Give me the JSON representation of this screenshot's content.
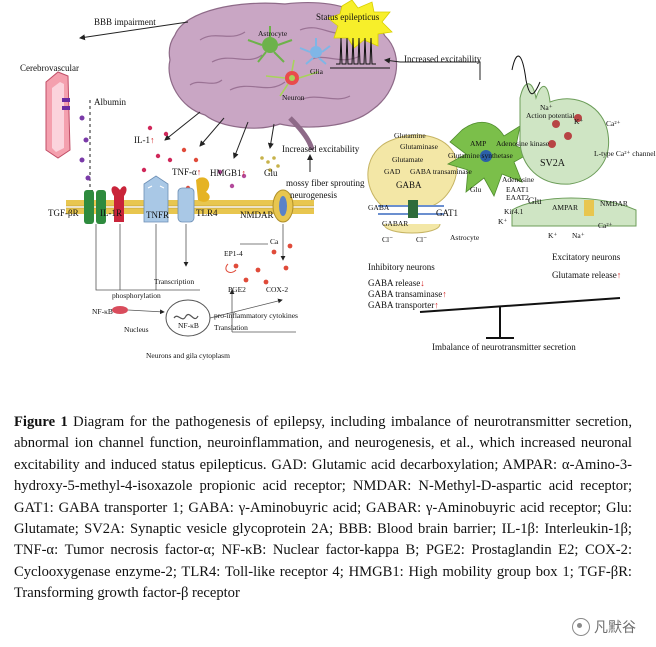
{
  "labels": {
    "bbb_impairment": "BBB impairment",
    "status_epilepticus": "Status epilepticus",
    "astrocyte_top": "Astrocyte",
    "glia_top": "Glia",
    "neuron_top": "Neuron",
    "increased_excitability_top": "Increased excitability",
    "cerebrovascular": "Cerebrovascular",
    "albumin": "Albumin",
    "il1": "IL-1",
    "tnf": "TNF-α",
    "hmgb1": "HMGB1",
    "glu_top": "Glu",
    "increased_excitability_mid": "Increased excitability",
    "mossy": "mossy fiber sprouting",
    "neurogenesis": "neurogenesis",
    "tgfbr": "TGF-βR",
    "il1r": "IL-1R",
    "tnfr": "TNFR",
    "tlr4": "TLR4",
    "nmdar_left": "NMDAR",
    "ep14": "EP1-4",
    "ca_left": "Ca",
    "pge2": "PGE2",
    "cox2": "COX-2",
    "transcription": "Transcription",
    "phosphorylation": "phosphorylation",
    "nfkb_left": "NF-κB",
    "nfkb_nucleus": "NF-κB",
    "nucleus": "Nucleus",
    "proinflam": "pro-inflammatory cytokines",
    "translation": "Translation",
    "neurons_glia": "Neurons and gila cytoplasm",
    "glutamine": "Glutamine",
    "glutaminase": "Glutaminase",
    "glutamate": "Glutamate",
    "gad": "GAD",
    "gaba_transaminase": "GABA transaminase",
    "gaba_mid": "GABA",
    "gaba_release_lbl": "GABA",
    "gabar": "GABAR",
    "gat1": "GAT1",
    "cl1": "Cl⁻",
    "cl2": "Cl⁻",
    "astrocyte_mid": "Astrocyte",
    "amp": "AMP",
    "adenosine_kinase": "Adenosine kinase",
    "glutamine_synthetase": "Glutamine synthetase",
    "adenosine": "Adenosine",
    "eaat1": "EAAT1",
    "eaat2": "EAAT2",
    "glu_mid": "Glu",
    "glu_right": "Glu",
    "kir41": "Kir4.1",
    "k_astro": "K⁺",
    "na_top": "Na⁺",
    "action_potential": "Action potential",
    "k_top": "K⁺",
    "ca_top": "Ca²⁺",
    "ltype": "L-type Ca²⁺ channel",
    "sv2a": "SV2A",
    "ampar": "AMPAR",
    "nmdar_right": "NMDAR",
    "k_bot": "K⁺",
    "na_bot": "Na⁺",
    "ca_bot": "Ca²⁺",
    "inhibitory": "Inhibitory neurons",
    "inh1": "GABA release",
    "inh2": "GABA transaminase",
    "inh3": "GABA transporter",
    "excitatory": "Excitatory neurons",
    "glu_release": "Glutamate release",
    "imbalance": "Imbalance of neurotransmitter secretion"
  },
  "arrows": {
    "up": "↑",
    "down": "↓"
  },
  "caption": {
    "label": "Figure 1",
    "text": " Diagram for the pathogenesis of epilepsy, including imbalance of neurotransmitter secretion, abnormal ion channel function, neuroinflammation, and neurogenesis, et al., which increased neuronal excitability and induced status epilepticus. GAD: Glutamic acid decarboxylation; AMPAR: α-Amino-3-hydroxy-5-methyl-4-isoxazole propionic acid receptor; NMDAR: N-Methyl-D-aspartic acid receptor; GAT1: GABA transporter 1; GABA: γ-Aminobuyric acid; GABAR: γ-Aminobuyric acid receptor; Glu: Glutamate; SV2A: Synaptic vesicle glycoprotein 2A; BBB: Blood brain barrier; IL-1β: Interleukin-1β; TNF-α: Tumor necrosis factor-α; NF-κB: Nuclear factor-kappa B; PGE2: Prostaglandin E2; COX-2: Cyclooxygenase enzyme-2; TLR4: Toll-like receptor 4; HMGB1: High mobility group box 1; TGF-βR: Transforming growth factor-β receptor"
  },
  "watermark": "凡默谷",
  "colors": {
    "brain": "#c9a6c4",
    "membrane": "#e8c64f",
    "receptor_green": "#2e8b3e",
    "receptor_blue": "#a9c8e6",
    "neuron_yellow": "#f3e7a6",
    "astro_green": "#7bbf4a",
    "exc_green": "#cfe5c4",
    "accent_red": "#d21f1f",
    "status_yellow": "#f7ef2a"
  }
}
